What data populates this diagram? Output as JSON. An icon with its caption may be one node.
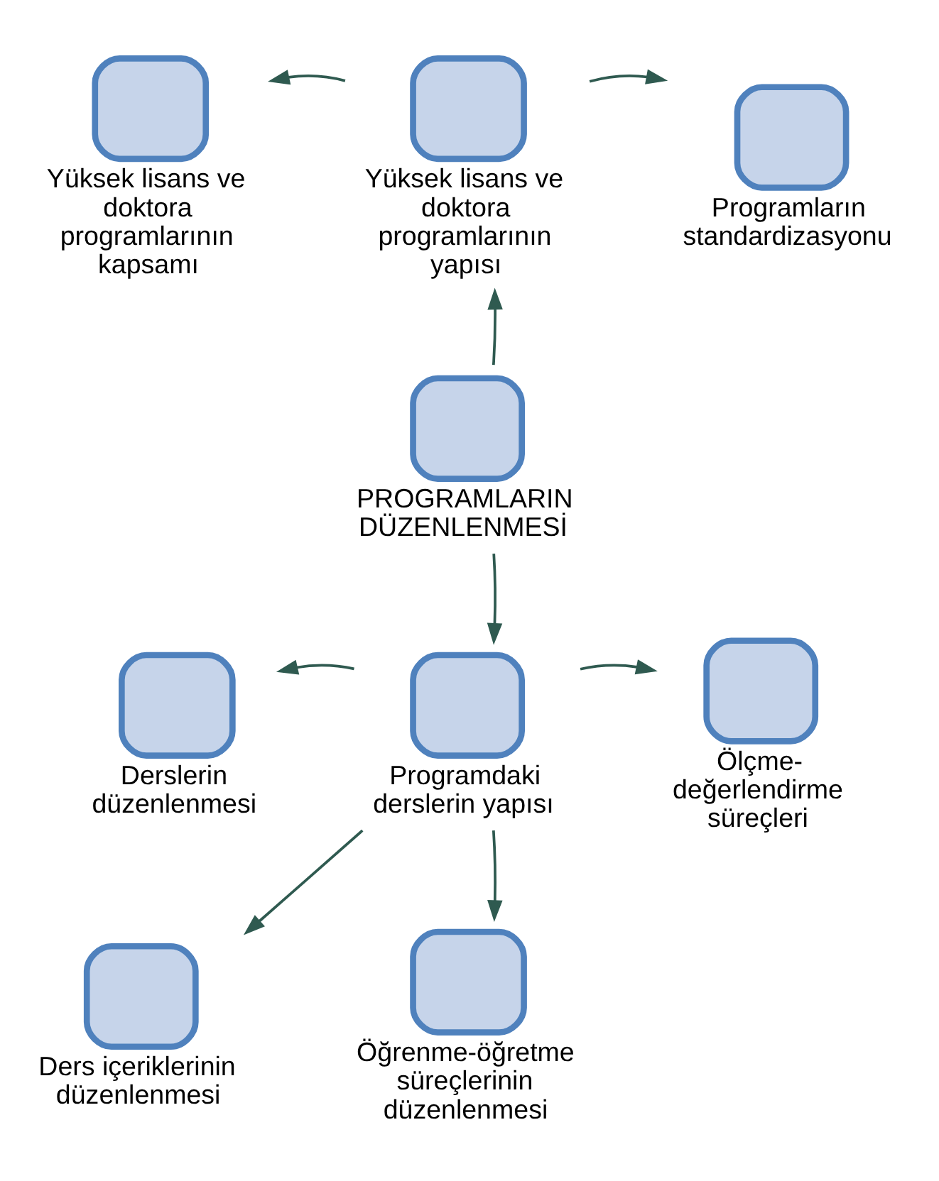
{
  "diagram": {
    "nodes": [
      {
        "text": [
          "Yüksek lisans ve doktora programlarının kapsamı"
        ]
      },
      {
        "text": [
          "Programların standardizasyonu"
        ]
      },
      {
        "text": [
          "Yüksek lisans ve doktora programlarının yapısı"
        ]
      },
      {
        "text": [
          "PROGRAMLARIN DÜZENLENMESİ"
        ]
      },
      {
        "text": [
          "Derslerin düzenlenmesi"
        ]
      },
      {
        "text": [
          "Ölçme-değerlendirme süreçleri"
        ]
      },
      {
        "text": [
          "Programdaki derslerin yapısı"
        ]
      },
      {
        "text": [
          "Ders içeriklerinin düzenlenmesi"
        ]
      },
      {
        "text": [
          "Öğrenme-öğretme süreçlerinin düzenlenmesi"
        ]
      }
    ],
    "edges": [
      {
        "from": 3,
        "to": 2,
        "arrow": "to"
      },
      {
        "from": 2,
        "to": 0,
        "arrow": "to"
      },
      {
        "from": 2,
        "to": 1,
        "arrow": "to"
      },
      {
        "from": 3,
        "to": 6,
        "arrow": "to"
      },
      {
        "from": 6,
        "to": 4,
        "arrow": "to"
      },
      {
        "from": 6,
        "to": 5,
        "arrow": "to"
      },
      {
        "from": 6,
        "to": 7,
        "arrow": "to"
      },
      {
        "from": 6,
        "to": 8,
        "arrow": "to"
      }
    ]
  }
}
